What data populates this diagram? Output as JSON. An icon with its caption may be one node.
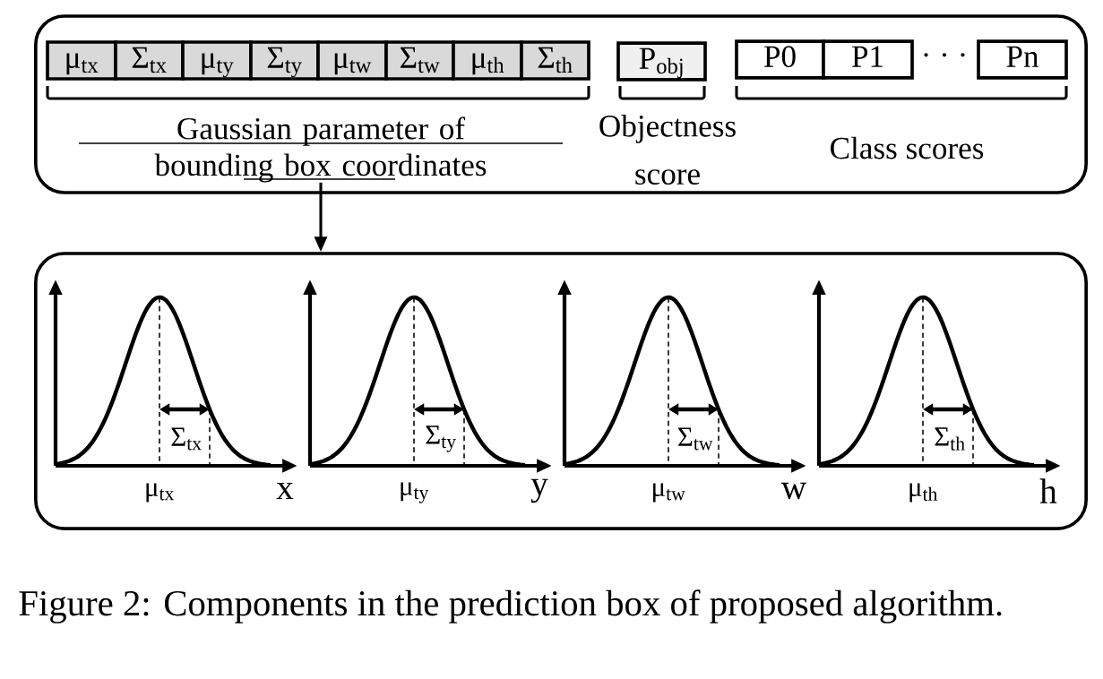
{
  "diagram": {
    "caption": "Figure 2: Components in the prediction box of proposed algorithm.",
    "nodes": [
      {
        "text": [],
        "shape": "box"
      },
      {
        "text": [
          "μ$_{tx}$"
        ],
        "in": 0
      },
      {
        "text": [
          "Σ$_{tx}$"
        ],
        "in": 0
      },
      {
        "text": [
          "μ$_{ty}$"
        ],
        "in": 0
      },
      {
        "text": [
          "Σ$_{ty}$"
        ],
        "in": 0
      },
      {
        "text": [
          "μ$_{tw}$"
        ],
        "in": 0
      },
      {
        "text": [
          "Σ$_{tw}$"
        ],
        "in": 0
      },
      {
        "text": [
          "μ$_{th}$"
        ],
        "in": 0
      },
      {
        "text": [
          "Σ$_{th}$"
        ],
        "in": 0
      },
      {
        "text": [
          "P$_{obj}$"
        ],
        "in": 0
      },
      {
        "text": [
          "P0"
        ],
        "in": 0
      },
      {
        "text": [
          "P1"
        ],
        "in": 0
      },
      {
        "text": [
          "Pn"
        ],
        "in": 0
      },
      {
        "text": [
          "Gaussian parameter of bounding box coordinates"
        ],
        "in": 0
      },
      {
        "text": [],
        "shape": "box"
      }
    ],
    "edges": [
      {
        "from": 13,
        "to": 14,
        "arrow": "to"
      }
    ],
    "labels": [
      "· · ·",
      "Objectness score",
      "Class scores",
      "Σ$_{tx}$",
      "μ$_{tx}$",
      "x",
      "Σ$_{ty}$",
      "μ$_{ty}$",
      "y",
      "Σ$_{tw}$",
      "μ$_{tw}$",
      "w",
      "Σ$_{th}$",
      "μ$_{th}$",
      "h"
    ]
  }
}
